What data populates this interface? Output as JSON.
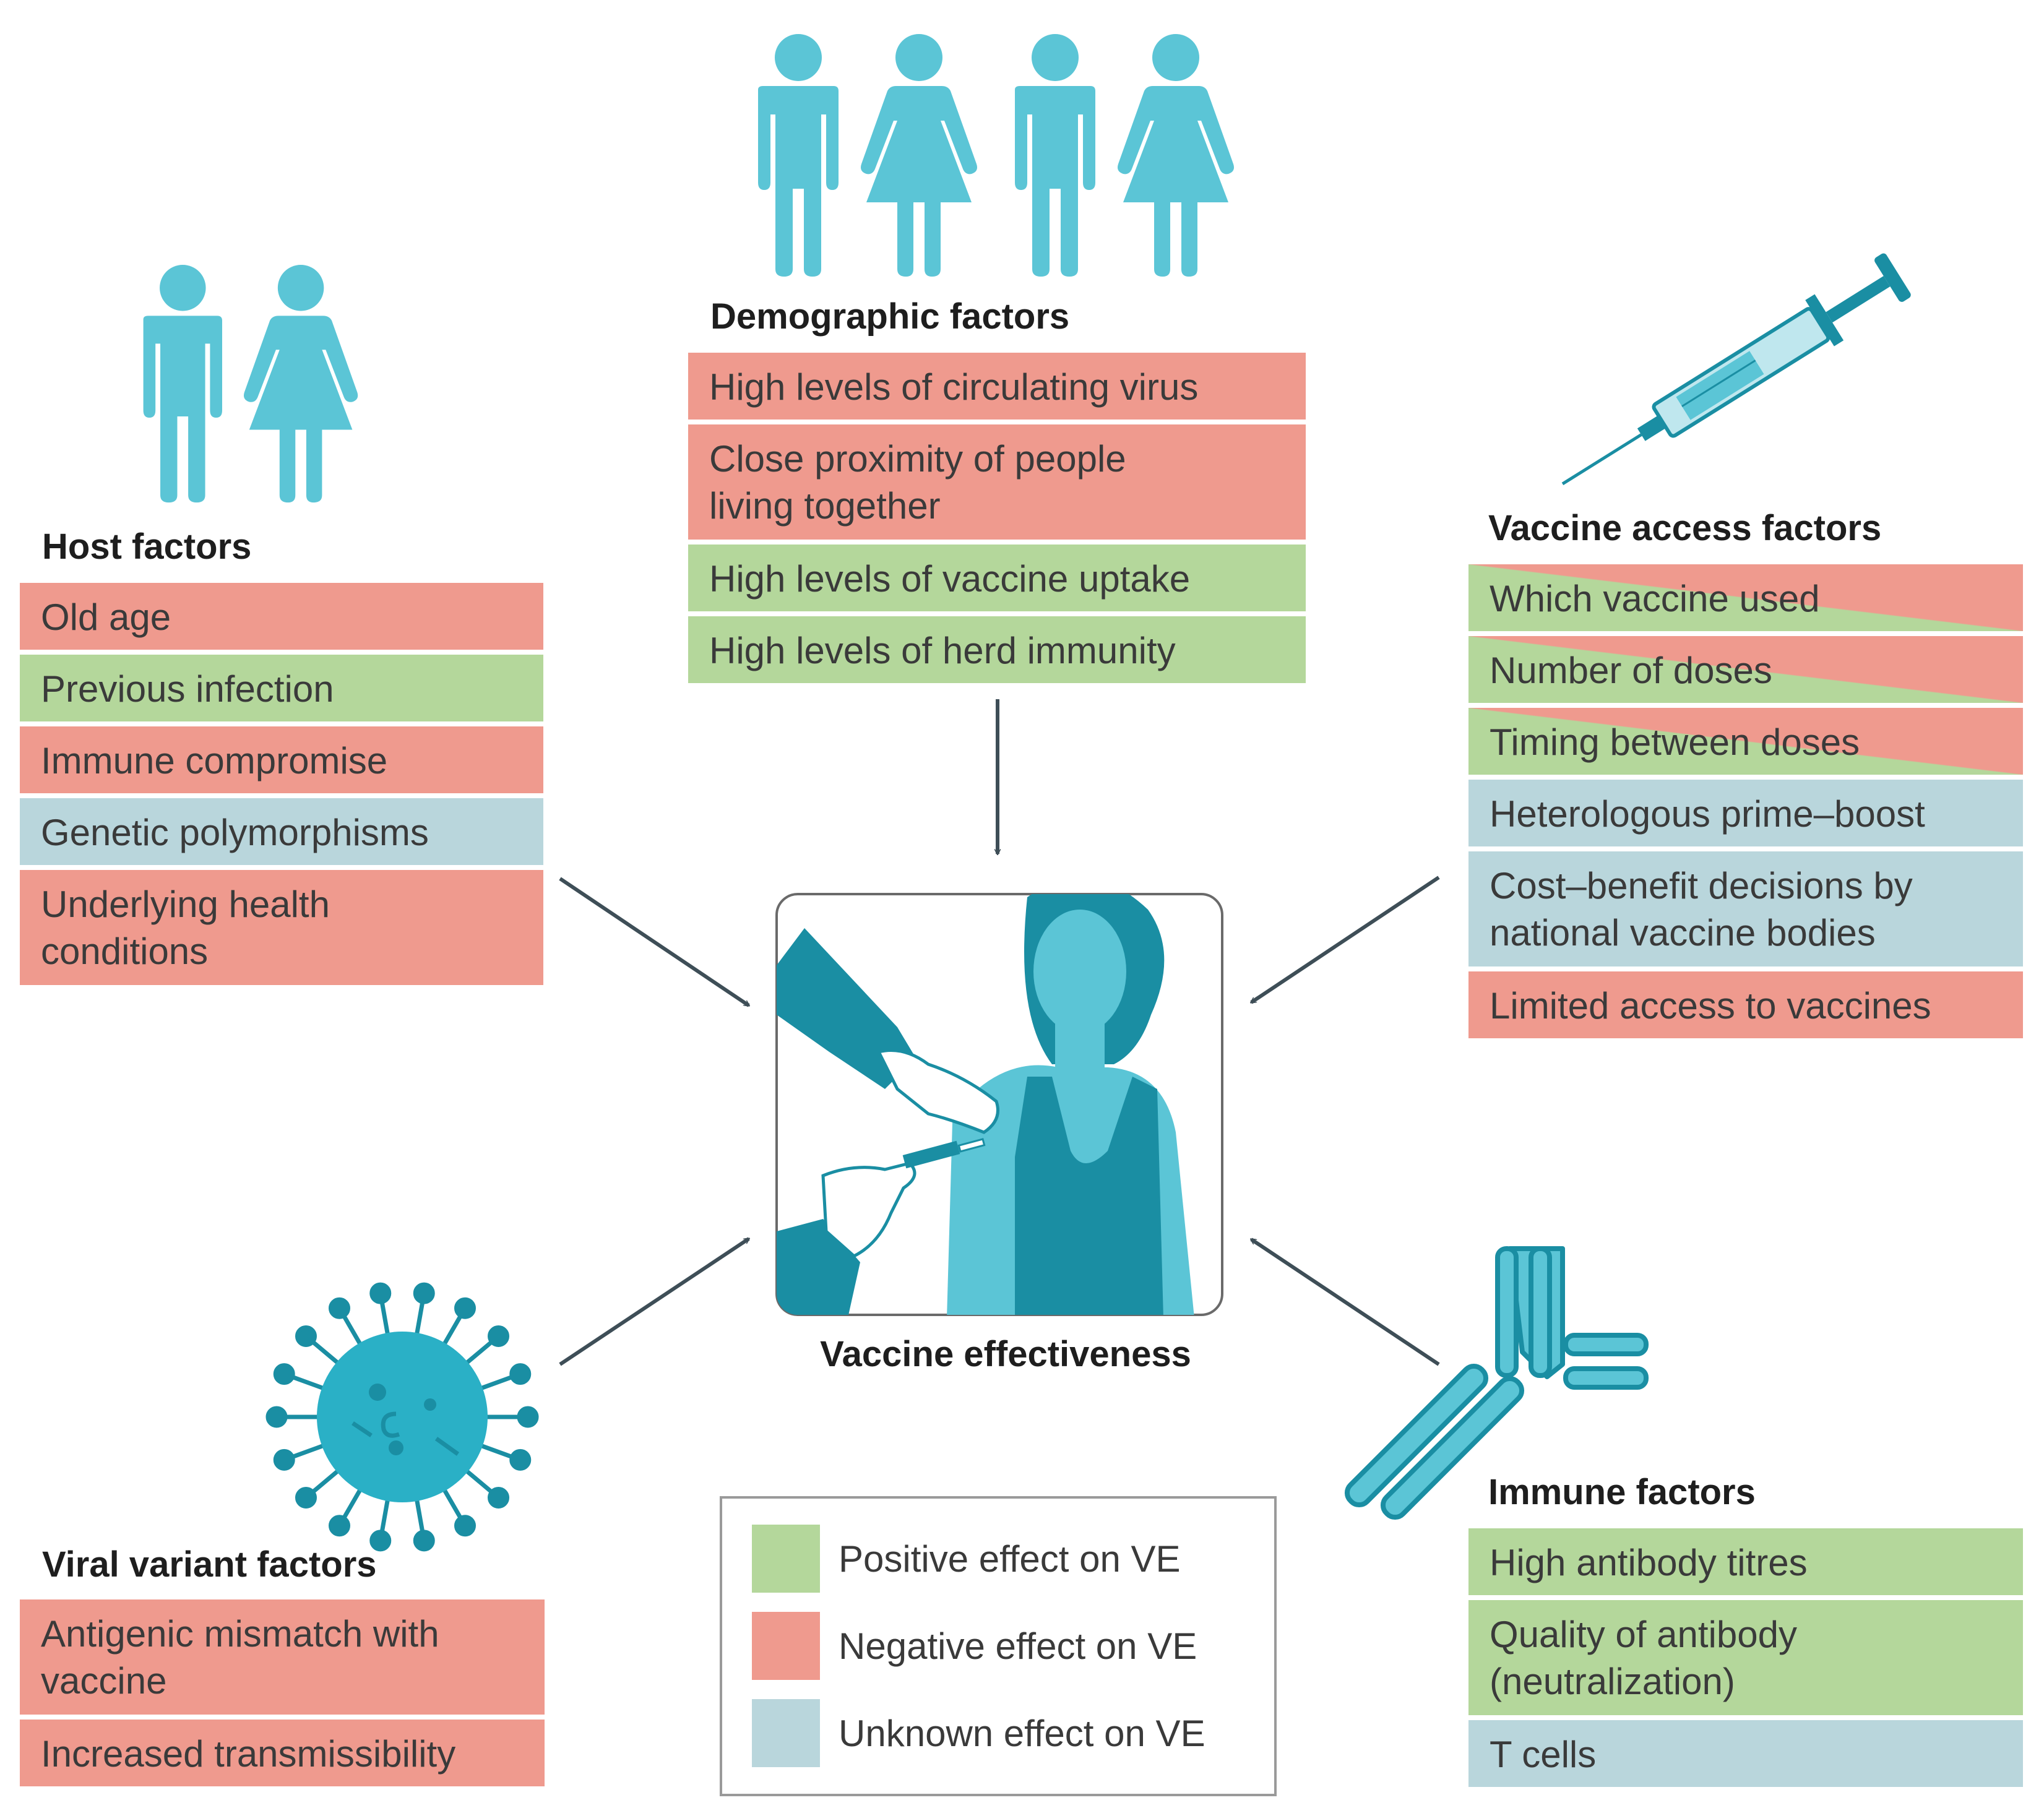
{
  "colors": {
    "positive": "#b4d79b",
    "negative": "#ef9a8e",
    "unknown": "#b9d6dc",
    "icon": "#5bc5d6",
    "icon_dark": "#1a8ea3",
    "arrow": "#3e4e57"
  },
  "center": {
    "title": "Vaccine effectiveness",
    "icon": "vaccination-scene-icon"
  },
  "host": {
    "title": "Host factors",
    "icon": "man-woman-icon",
    "items": [
      {
        "label": "Old age",
        "effect": "negative"
      },
      {
        "label": "Previous infection",
        "effect": "positive"
      },
      {
        "label": "Immune compromise",
        "effect": "negative"
      },
      {
        "label": "Genetic polymorphisms",
        "effect": "unknown"
      },
      {
        "label": "Underlying health",
        "label2": "conditions",
        "effect": "negative"
      }
    ]
  },
  "demographic": {
    "title": "Demographic factors",
    "icon": "people-group-icon",
    "items": [
      {
        "label": "High levels of circulating virus",
        "effect": "negative"
      },
      {
        "label": "Close proximity of people",
        "label2": "living together",
        "effect": "negative"
      },
      {
        "label": "High levels of vaccine uptake",
        "effect": "positive"
      },
      {
        "label": "High levels of herd immunity",
        "effect": "positive"
      }
    ]
  },
  "access": {
    "title": "Vaccine access factors",
    "icon": "syringe-icon",
    "items": [
      {
        "label": "Which vaccine used",
        "effect": "mixed"
      },
      {
        "label": "Number of doses",
        "effect": "mixed"
      },
      {
        "label": "Timing between doses",
        "effect": "mixed"
      },
      {
        "label": "Heterologous prime–boost",
        "effect": "unknown"
      },
      {
        "label": "Cost–benefit decisions by",
        "label2": "national vaccine bodies",
        "effect": "unknown"
      },
      {
        "label": "Limited access to vaccines",
        "effect": "negative"
      }
    ]
  },
  "viral": {
    "title": "Viral variant factors",
    "icon": "virus-icon",
    "items": [
      {
        "label": "Antigenic mismatch with",
        "label2": "vaccine",
        "effect": "negative"
      },
      {
        "label": "Increased transmissibility",
        "effect": "negative"
      }
    ]
  },
  "immune": {
    "title": "Immune factors",
    "icon": "antibody-icon",
    "items": [
      {
        "label": "High antibody titres",
        "effect": "positive"
      },
      {
        "label": "Quality of antibody",
        "label2": "(neutralization)",
        "effect": "positive"
      },
      {
        "label": "T cells",
        "effect": "unknown"
      }
    ]
  },
  "legend": {
    "positive": "Positive effect on VE",
    "negative": "Negative effect on VE",
    "unknown": "Unknown effect on VE"
  }
}
